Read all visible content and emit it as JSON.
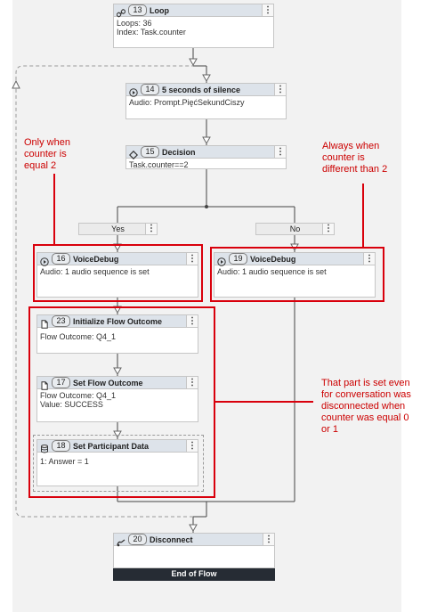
{
  "nodes": {
    "loop": {
      "num": "13",
      "title": "Loop",
      "lines": [
        "Loops: 36",
        "Index: Task.counter"
      ]
    },
    "silence": {
      "num": "14",
      "title": "5 seconds of silence",
      "lines": [
        "Audio: Prompt.PięćSekundCiszy"
      ]
    },
    "decision": {
      "num": "15",
      "title": "Decision",
      "lines": [
        "Task.counter==2"
      ]
    },
    "vd16": {
      "num": "16",
      "title": "VoiceDebug",
      "lines": [
        "Audio: 1 audio sequence is set"
      ]
    },
    "vd19": {
      "num": "19",
      "title": "VoiceDebug",
      "lines": [
        "Audio: 1 audio sequence is set"
      ]
    },
    "init23": {
      "num": "23",
      "title": "Initialize Flow Outcome",
      "lines": [
        "Flow Outcome: Q4_1"
      ]
    },
    "set17": {
      "num": "17",
      "title": "Set Flow Outcome",
      "lines": [
        "Flow Outcome: Q4_1",
        "Value: SUCCESS"
      ]
    },
    "part18": {
      "num": "18",
      "title": "Set Participant Data",
      "lines": [
        "1: Answer = 1"
      ]
    },
    "disc20": {
      "num": "20",
      "title": "Disconnect",
      "lines": []
    }
  },
  "branches": {
    "yes": "Yes",
    "no": "No"
  },
  "menu_glyph": "⋮",
  "end_of_flow": "End of Flow",
  "notes": {
    "only_when": [
      "Only when",
      "counter is",
      "equal 2"
    ],
    "always_when": [
      "Always when",
      "counter is",
      "different than 2"
    ],
    "that_part": [
      "That part is set even",
      "for conversation was",
      "disconnected when",
      "counter was equal 0",
      "or 1"
    ]
  },
  "colors": {
    "annotation": "#d9000c",
    "header": "#dde3ea",
    "end": "#262c34"
  },
  "icons": {
    "loop": "loop-link-icon",
    "silence": "play-icon",
    "decision": "decision-diamond-icon",
    "vd16": "play-icon",
    "vd19": "play-icon",
    "init23": "document-icon",
    "set17": "document-icon",
    "part18": "database-icon",
    "disc20": "disconnect-icon"
  }
}
